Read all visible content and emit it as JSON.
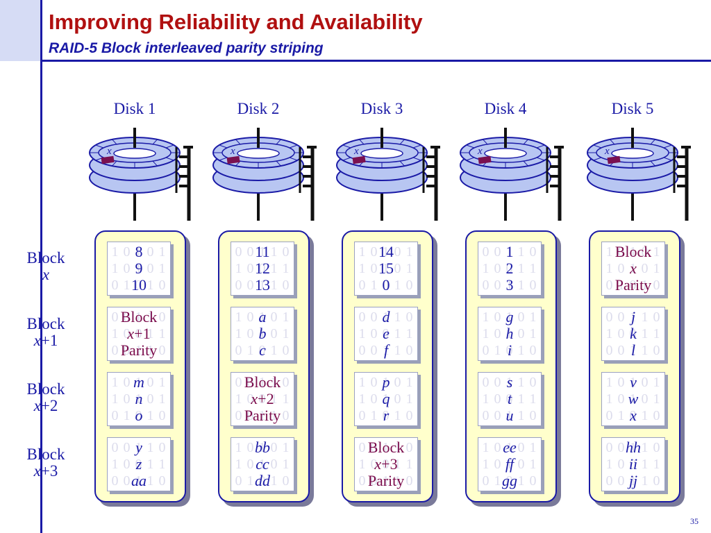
{
  "title": "Improving Reliability and Availability",
  "subtitle": "RAID-5 Block interleaved parity striping",
  "page_number": "35",
  "disk_sector_label": "x",
  "colors": {
    "title": "#b01010",
    "accent": "#1a1aa6",
    "parity_text": "#7a0a4a",
    "column_bg": "#ffffcc",
    "sector": "#7a1050"
  },
  "disks": [
    {
      "label": "Disk 1"
    },
    {
      "label": "Disk 2"
    },
    {
      "label": "Disk 3"
    },
    {
      "label": "Disk 4"
    },
    {
      "label": "Disk 5"
    }
  ],
  "rows": [
    {
      "word": "Block",
      "var": "x",
      "suffix": ""
    },
    {
      "word": "Block",
      "var": "x",
      "suffix": "+1"
    },
    {
      "word": "Block",
      "var": "x",
      "suffix": "+2"
    },
    {
      "word": "Block",
      "var": "x",
      "suffix": "+3"
    }
  ],
  "parity_word": "Parity",
  "background_bits": [
    [
      "1 0 1 0 1",
      "1 0 1 0 1",
      "0 1 0 1 0"
    ],
    [
      "0 0 1 1 0",
      "1 0 0 1 1",
      "0 0 1 1 0"
    ]
  ],
  "columns": [
    {
      "cells": [
        {
          "type": "data",
          "italic": false,
          "lines": [
            "8",
            "9",
            "10"
          ]
        },
        {
          "type": "parity",
          "row": 1
        },
        {
          "type": "data",
          "italic": true,
          "lines": [
            "m",
            "n",
            "o"
          ]
        },
        {
          "type": "data",
          "italic": true,
          "lines": [
            "y",
            "z",
            "aa"
          ]
        }
      ]
    },
    {
      "cells": [
        {
          "type": "data",
          "italic": false,
          "lines": [
            "11",
            "12",
            "13"
          ]
        },
        {
          "type": "data",
          "italic": true,
          "lines": [
            "a",
            "b",
            "c"
          ]
        },
        {
          "type": "parity",
          "row": 2
        },
        {
          "type": "data",
          "italic": true,
          "lines": [
            "bb",
            "cc",
            "dd"
          ]
        }
      ]
    },
    {
      "cells": [
        {
          "type": "data",
          "italic": false,
          "lines": [
            "14",
            "15",
            "0"
          ]
        },
        {
          "type": "data",
          "italic": true,
          "lines": [
            "d",
            "e",
            "f"
          ]
        },
        {
          "type": "data",
          "italic": true,
          "lines": [
            "p",
            "q",
            "r"
          ]
        },
        {
          "type": "parity",
          "row": 3
        }
      ]
    },
    {
      "cells": [
        {
          "type": "data",
          "italic": false,
          "lines": [
            "1",
            "2",
            "3"
          ]
        },
        {
          "type": "data",
          "italic": true,
          "lines": [
            "g",
            "h",
            "i"
          ]
        },
        {
          "type": "data",
          "italic": true,
          "lines": [
            "s",
            "t",
            "u"
          ]
        },
        {
          "type": "data",
          "italic": true,
          "lines": [
            "ee",
            "ff",
            "gg"
          ]
        }
      ]
    },
    {
      "cells": [
        {
          "type": "parity",
          "row": 0
        },
        {
          "type": "data",
          "italic": true,
          "lines": [
            "j",
            "k",
            "l"
          ]
        },
        {
          "type": "data",
          "italic": true,
          "lines": [
            "v",
            "w",
            "x"
          ]
        },
        {
          "type": "data",
          "italic": true,
          "lines": [
            "hh",
            "ii",
            "jj"
          ]
        }
      ]
    }
  ]
}
